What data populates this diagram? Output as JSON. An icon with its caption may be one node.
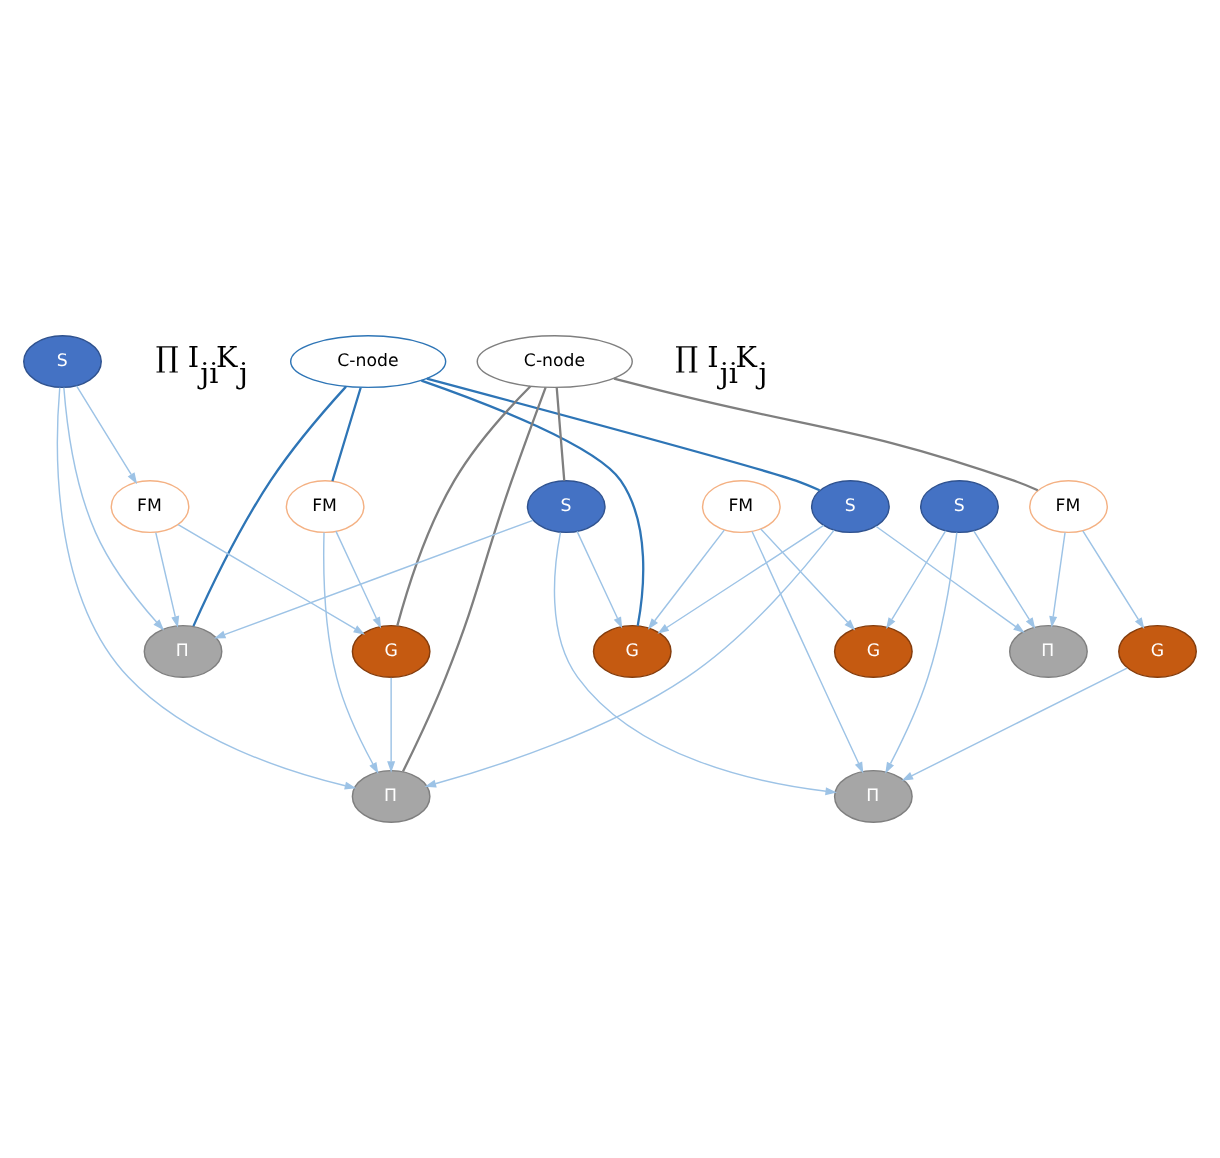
{
  "diagram": {
    "nodes": [
      {
        "text": [
          "C-node"
        ]
      },
      {
        "text": [
          "C-node"
        ]
      },
      {
        "text": [
          "FM"
        ]
      },
      {
        "text": [
          "FM"
        ]
      },
      {
        "text": [
          "FM"
        ]
      },
      {
        "text": [
          "FM"
        ]
      },
      {
        "text": [
          "S"
        ]
      },
      {
        "text": [
          "S"
        ]
      },
      {
        "text": [
          "S"
        ]
      },
      {
        "text": [
          "S"
        ]
      },
      {
        "text": [
          "G"
        ]
      },
      {
        "text": [
          "G"
        ]
      },
      {
        "text": [
          "G"
        ]
      },
      {
        "text": [
          "G"
        ]
      },
      {
        "text": [
          "Π"
        ]
      },
      {
        "text": [
          "Π"
        ]
      },
      {
        "text": [
          "Π"
        ]
      },
      {
        "text": [
          "Π"
        ]
      }
    ],
    "edges": [
      {
        "from": 0,
        "to": 6,
        "arrow": "none",
        "color": "#2e75b6"
      },
      {
        "from": 0,
        "to": 11,
        "arrow": "none",
        "color": "#2e75b6"
      },
      {
        "from": 0,
        "to": 3,
        "arrow": "none",
        "color": "#2e75b6"
      },
      {
        "from": 0,
        "to": 17,
        "arrow": "none",
        "color": "#2e75b6"
      },
      {
        "from": 1,
        "to": 8,
        "arrow": "none",
        "color": "#7f7f7f"
      },
      {
        "from": 1,
        "to": 12,
        "arrow": "none",
        "color": "#7f7f7f"
      },
      {
        "from": 1,
        "to": 5,
        "arrow": "none",
        "color": "#7f7f7f"
      },
      {
        "from": 1,
        "to": 15,
        "arrow": "none",
        "color": "#7f7f7f"
      },
      {
        "from": 6,
        "to": 15,
        "arrow": "to"
      },
      {
        "from": 6,
        "to": 16,
        "arrow": "to"
      },
      {
        "from": 6,
        "to": 11,
        "arrow": "to"
      },
      {
        "from": 7,
        "to": 14,
        "arrow": "to"
      },
      {
        "from": 7,
        "to": 16,
        "arrow": "to"
      },
      {
        "from": 7,
        "to": 10,
        "arrow": "to"
      },
      {
        "from": 8,
        "to": 14,
        "arrow": "to"
      },
      {
        "from": 8,
        "to": 17,
        "arrow": "to"
      },
      {
        "from": 8,
        "to": 11,
        "arrow": "to"
      },
      {
        "from": 9,
        "to": 2,
        "arrow": "to"
      },
      {
        "from": 9,
        "to": 15,
        "arrow": "to"
      },
      {
        "from": 9,
        "to": 17,
        "arrow": "to"
      },
      {
        "from": 2,
        "to": 17,
        "arrow": "to"
      },
      {
        "from": 2,
        "to": 12,
        "arrow": "to"
      },
      {
        "from": 3,
        "to": 15,
        "arrow": "to"
      },
      {
        "from": 3,
        "to": 12,
        "arrow": "to"
      },
      {
        "from": 4,
        "to": 14,
        "arrow": "to"
      },
      {
        "from": 4,
        "to": 10,
        "arrow": "to"
      },
      {
        "from": 4,
        "to": 11,
        "arrow": "to"
      },
      {
        "from": 5,
        "to": 13,
        "arrow": "to"
      },
      {
        "from": 5,
        "to": 16,
        "arrow": "to"
      },
      {
        "from": 12,
        "to": 15,
        "arrow": "to"
      },
      {
        "from": 13,
        "to": 14,
        "arrow": "to"
      }
    ],
    "labels": [
      "∏ I$_{ji}$K$_{j}$",
      "∏ I$_{ji}$K$_{j}$"
    ]
  }
}
